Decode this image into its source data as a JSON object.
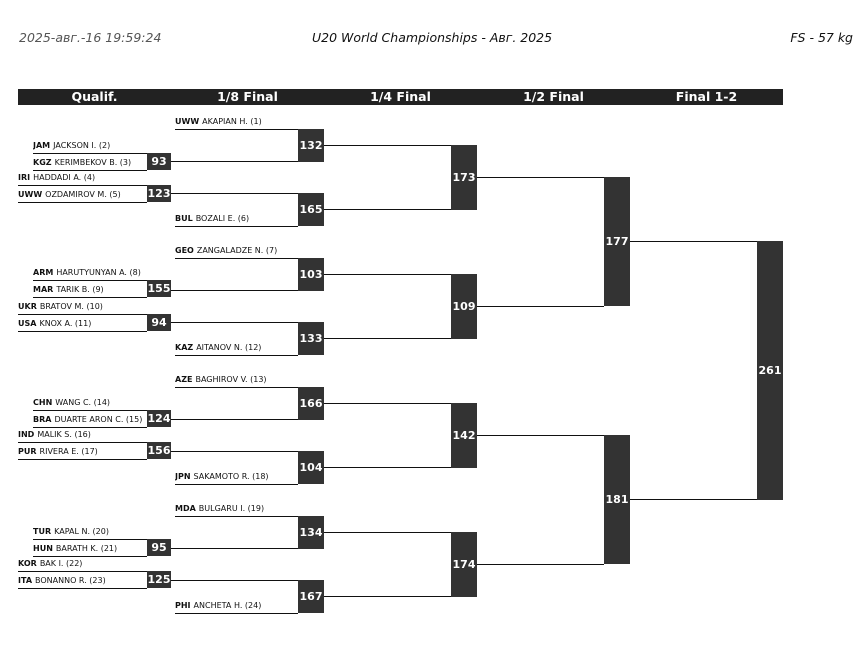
{
  "header": {
    "left": "2025-авг.-16 19:59:24",
    "center": "U20 World Championships - Авг. 2025",
    "right": "FS - 57 kg"
  },
  "rounds": [
    "Qualif.",
    "1/8 Final",
    "1/4 Final",
    "1/2 Final",
    "Final 1-2"
  ],
  "entries": [
    {
      "id": "e1",
      "code": "UWW",
      "name": "AKAPIAN H. (1)"
    },
    {
      "id": "e2",
      "code": "JAM",
      "name": "JACKSON I. (2)"
    },
    {
      "id": "e3",
      "code": "KGZ",
      "name": "KERIMBEKOV B. (3)"
    },
    {
      "id": "e4",
      "code": "IRI",
      "name": "HADDADI A. (4)"
    },
    {
      "id": "e5",
      "code": "UWW",
      "name": "OZDAMIROV M. (5)"
    },
    {
      "id": "e6",
      "code": "BUL",
      "name": "BOZALI E. (6)"
    },
    {
      "id": "e7",
      "code": "GEO",
      "name": "ZANGALADZE N. (7)"
    },
    {
      "id": "e8",
      "code": "ARM",
      "name": "HARUTYUNYAN A. (8)"
    },
    {
      "id": "e9",
      "code": "MAR",
      "name": "TARIK B. (9)"
    },
    {
      "id": "e10",
      "code": "UKR",
      "name": "BRATOV M. (10)"
    },
    {
      "id": "e11",
      "code": "USA",
      "name": "KNOX A. (11)"
    },
    {
      "id": "e12",
      "code": "KAZ",
      "name": "AITANOV N. (12)"
    },
    {
      "id": "e13",
      "code": "AZE",
      "name": "BAGHIROV V. (13)"
    },
    {
      "id": "e14",
      "code": "CHN",
      "name": "WANG C. (14)"
    },
    {
      "id": "e15",
      "code": "BRA",
      "name": "DUARTE ARON C. (15)"
    },
    {
      "id": "e16",
      "code": "IND",
      "name": "MALIK S. (16)"
    },
    {
      "id": "e17",
      "code": "PUR",
      "name": "RIVERA E. (17)"
    },
    {
      "id": "e18",
      "code": "JPN",
      "name": "SAKAMOTO R. (18)"
    },
    {
      "id": "e19",
      "code": "MDA",
      "name": "BULGARU I. (19)"
    },
    {
      "id": "e20",
      "code": "TUR",
      "name": "KAPAL N. (20)"
    },
    {
      "id": "e21",
      "code": "HUN",
      "name": "BARATH K. (21)"
    },
    {
      "id": "e22",
      "code": "KOR",
      "name": "BAK I. (22)"
    },
    {
      "id": "e23",
      "code": "ITA",
      "name": "BONANNO R. (23)"
    },
    {
      "id": "e24",
      "code": "PHI",
      "name": "ANCHETA H. (24)"
    }
  ],
  "bouts": [
    {
      "id": "b93",
      "number": "93"
    },
    {
      "id": "b123",
      "number": "123"
    },
    {
      "id": "b155",
      "number": "155"
    },
    {
      "id": "b94",
      "number": "94"
    },
    {
      "id": "b124",
      "number": "124"
    },
    {
      "id": "b156",
      "number": "156"
    },
    {
      "id": "b95",
      "number": "95"
    },
    {
      "id": "b125",
      "number": "125"
    },
    {
      "id": "b132",
      "number": "132"
    },
    {
      "id": "b165",
      "number": "165"
    },
    {
      "id": "b103",
      "number": "103"
    },
    {
      "id": "b133",
      "number": "133"
    },
    {
      "id": "b166",
      "number": "166"
    },
    {
      "id": "b104",
      "number": "104"
    },
    {
      "id": "b134",
      "number": "134"
    },
    {
      "id": "b167",
      "number": "167"
    },
    {
      "id": "b173",
      "number": "173"
    },
    {
      "id": "b109",
      "number": "109"
    },
    {
      "id": "b142",
      "number": "142"
    },
    {
      "id": "b174",
      "number": "174"
    },
    {
      "id": "b177",
      "number": "177"
    },
    {
      "id": "b181",
      "number": "181"
    },
    {
      "id": "b261",
      "number": "261"
    }
  ]
}
